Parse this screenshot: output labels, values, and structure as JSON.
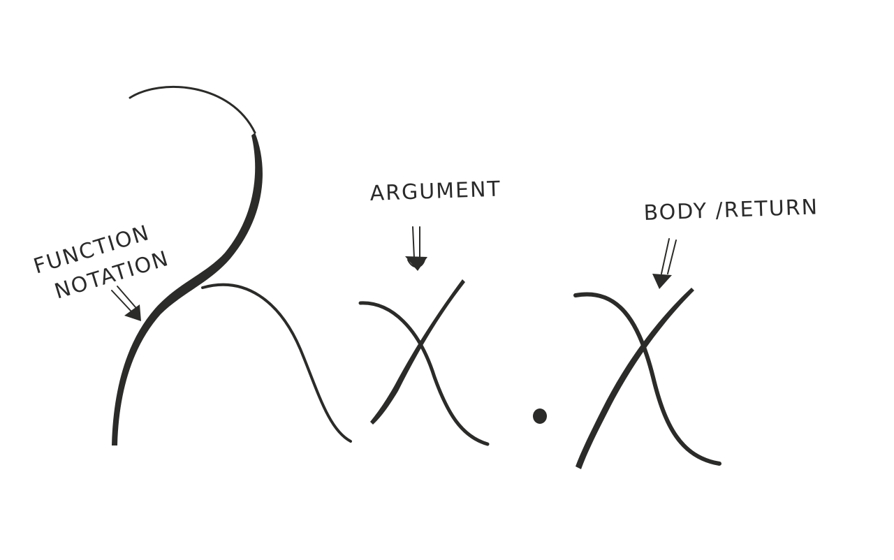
{
  "labels": {
    "function_notation_line1": "FUNCTION",
    "function_notation_line2": "NOTATION",
    "argument": "ARGUMENT",
    "body_return": "BODY /RETURN"
  },
  "expression": {
    "lambda": "λ",
    "argument_var": "x",
    "dot": ".",
    "body_var": "x"
  },
  "colors": {
    "ink": "#2b2b29",
    "background": "#ffffff"
  }
}
